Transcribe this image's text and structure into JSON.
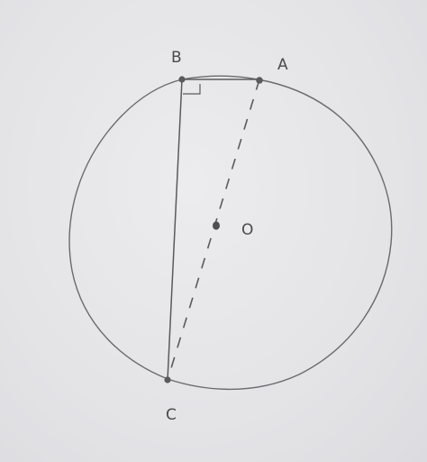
{
  "diagram": {
    "points": {
      "A": {
        "label": "A"
      },
      "B": {
        "label": "B"
      },
      "C": {
        "label": "C"
      },
      "O": {
        "label": "O"
      }
    },
    "colors": {
      "ink": "#5a5a5e",
      "paper": "#e6e6e8"
    }
  }
}
